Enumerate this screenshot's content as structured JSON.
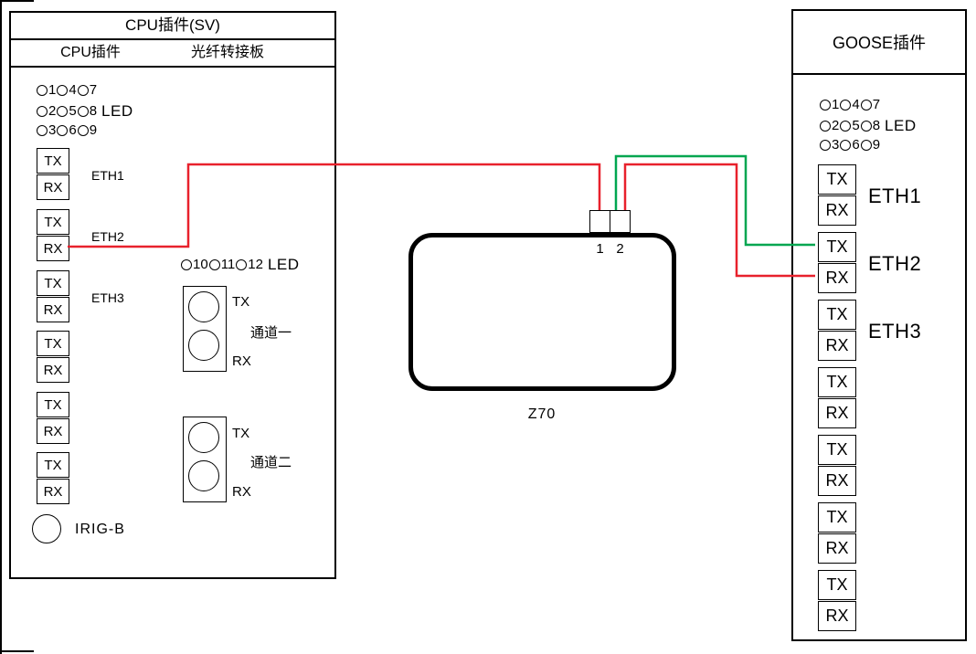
{
  "colors": {
    "wire_red": "#e8212c",
    "wire_green": "#00a650",
    "line": "#000000"
  },
  "cpu_panel": {
    "title": "CPU插件(SV)",
    "columns": [
      "CPU插件",
      "光纤转接板"
    ],
    "led": {
      "rows": [
        [
          "1",
          "4",
          "7"
        ],
        [
          "2",
          "5",
          "8"
        ],
        [
          "3",
          "6",
          "9"
        ]
      ],
      "label": "LED"
    },
    "tx": "TX",
    "rx": "RX",
    "eth_labels": [
      "ETH1",
      "ETH2",
      "ETH3"
    ],
    "irig_label": "IRIG-B"
  },
  "fiber_board": {
    "led": {
      "row": [
        "10",
        "11",
        "12"
      ],
      "label": "LED"
    },
    "channels": [
      {
        "tx": "TX",
        "name": "通道一",
        "rx": "RX"
      },
      {
        "tx": "TX",
        "name": "通道二",
        "rx": "RX"
      }
    ]
  },
  "z70": {
    "label": "Z70",
    "ports": [
      "1",
      "2"
    ]
  },
  "goose_panel": {
    "title": "GOOSE插件",
    "led": {
      "rows": [
        [
          "1",
          "4",
          "7"
        ],
        [
          "2",
          "5",
          "8"
        ],
        [
          "3",
          "6",
          "9"
        ]
      ],
      "label": "LED"
    },
    "tx": "TX",
    "rx": "RX",
    "eth_labels": [
      "ETH1",
      "ETH2",
      "ETH3"
    ]
  }
}
